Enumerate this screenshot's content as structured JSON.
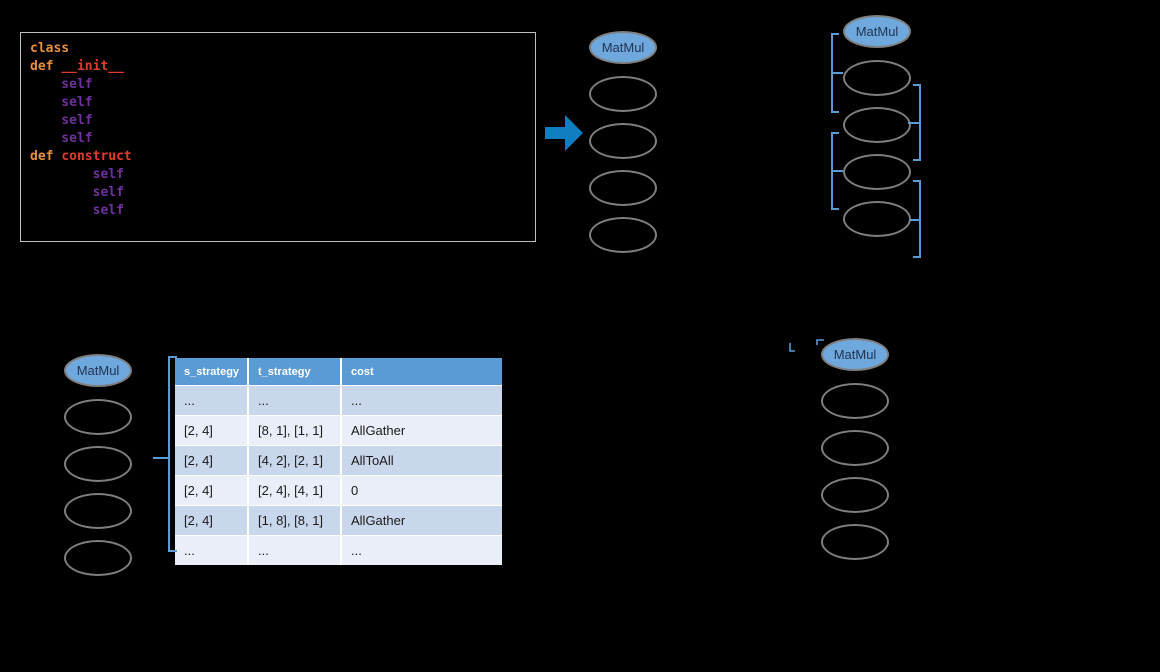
{
  "colors": {
    "canvas-bg": "#000000",
    "code-border": "#BFBFBF",
    "code-keyword": "#E8913D",
    "code-function": "#E23B2B",
    "code-self": "#7030A0",
    "node-fill": "#6FA8DC",
    "node-stroke": "#7F7F7F",
    "node-text": "#1F3252",
    "ellipse-stroke": "#7F7F7F",
    "bracket-blue": "#5B9BD5",
    "arrow-blue": "#0E7EC1",
    "table-header-bg": "#5B9BD5",
    "table-header-text": "#FFFFFF",
    "table-row-dark": "#C9D7EC",
    "table-row-light": "#E9EEF8",
    "table-cell-text": "#1A1A1A",
    "table-grid": "#FFFFFF"
  },
  "icons": {
    "arrow": "right-block-arrow-icon"
  },
  "code_panel": {
    "lines": [
      [
        {
          "text": "class",
          "color": "keyword"
        }
      ],
      [
        {
          "text": "def ",
          "color": "keyword"
        },
        {
          "text": "__init__",
          "color": "function"
        }
      ],
      [
        {
          "text": "    self",
          "color": "self"
        }
      ],
      [
        {
          "text": "    self",
          "color": "self"
        }
      ],
      [
        {
          "text": "    self",
          "color": "self"
        }
      ],
      [
        {
          "text": "    self",
          "color": "self"
        }
      ],
      [
        {
          "text": "def ",
          "color": "keyword"
        },
        {
          "text": "construct",
          "color": "function"
        }
      ],
      [
        {
          "text": "        self",
          "color": "self"
        }
      ],
      [
        {
          "text": "        self",
          "color": "self"
        }
      ],
      [
        {
          "text": "        self",
          "color": "self"
        }
      ]
    ]
  },
  "graphs": {
    "top_center": {
      "root_label": "MatMul",
      "empty_node_count": 4
    },
    "top_right": {
      "root_label": "MatMul",
      "empty_node_count": 4
    },
    "bottom_left": {
      "root_label": "MatMul",
      "empty_node_count": 4
    },
    "bottom_right": {
      "root_label": "MatMul",
      "empty_node_count": 4
    }
  },
  "table": {
    "headers": [
      "s_strategy",
      "t_strategy",
      "cost"
    ],
    "rows": [
      [
        "...",
        "...",
        "..."
      ],
      [
        "[2, 4]",
        "[8, 1], [1, 1]",
        "AllGather"
      ],
      [
        "[2, 4]",
        "[4, 2], [2, 1]",
        "AllToAll"
      ],
      [
        "[2, 4]",
        "[2, 4], [4, 1]",
        "0"
      ],
      [
        "[2, 4]",
        "[1, 8], [8, 1]",
        "AllGather"
      ],
      [
        "...",
        "...",
        "..."
      ]
    ]
  }
}
